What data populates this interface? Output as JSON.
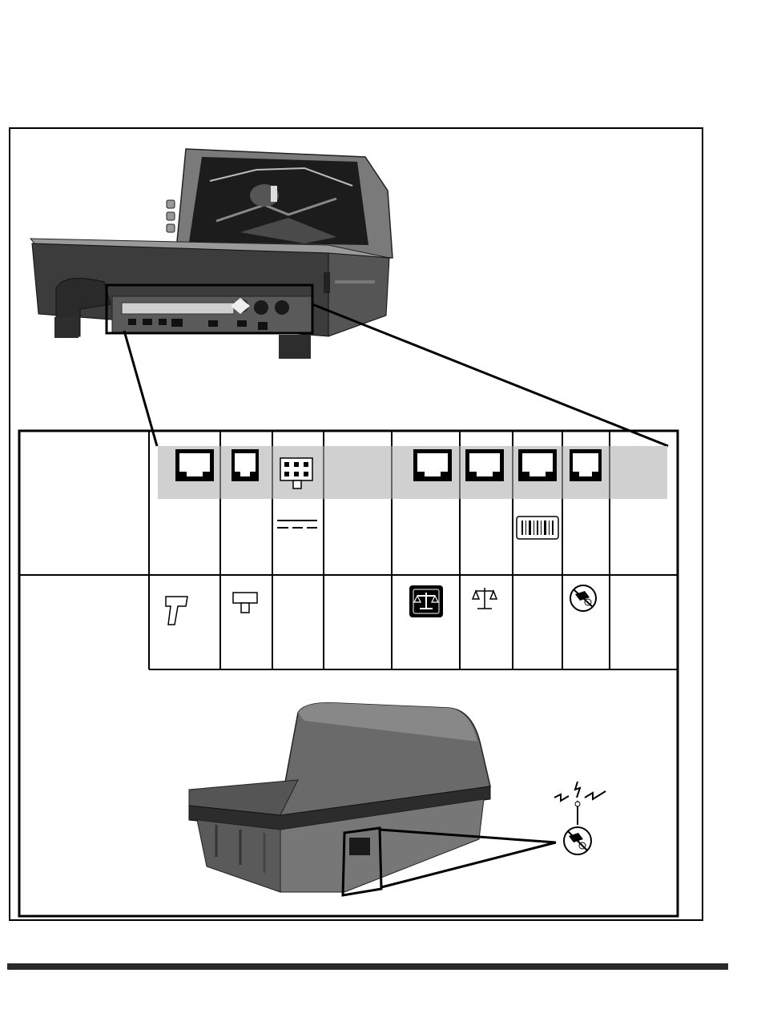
{
  "page": {
    "background": "#ffffff",
    "ink": "#000000",
    "panel_gray": "#d0d0d0",
    "scanner_body": "#6e6e6e",
    "scanner_dark": "#2e2e2e"
  },
  "connector_panel": {
    "ports": [
      {
        "type": "rj45-large"
      },
      {
        "type": "rj45-small"
      },
      {
        "type": "power-6pin"
      },
      {
        "type": "empty"
      },
      {
        "type": "rj45-large"
      },
      {
        "type": "rj45-large"
      },
      {
        "type": "rj45-large"
      },
      {
        "type": "rj45-small"
      },
      {
        "type": "empty"
      }
    ],
    "row1_symbols": [
      "",
      "",
      "dc-power-symbol",
      "",
      "",
      "",
      "barcode-symbol",
      "",
      ""
    ],
    "row2_symbols": [
      "handheld-scanner-icon",
      "t-handle-icon",
      "",
      "",
      "scale-box-icon",
      "scale-icon",
      "",
      "eas-deactivation-icon",
      ""
    ]
  },
  "icons": {
    "scanner_top": "bioptic-scanner-photo",
    "scanner_bottom": "scanner-side-photo",
    "eas_antenna": "eas-antenna-icon"
  }
}
